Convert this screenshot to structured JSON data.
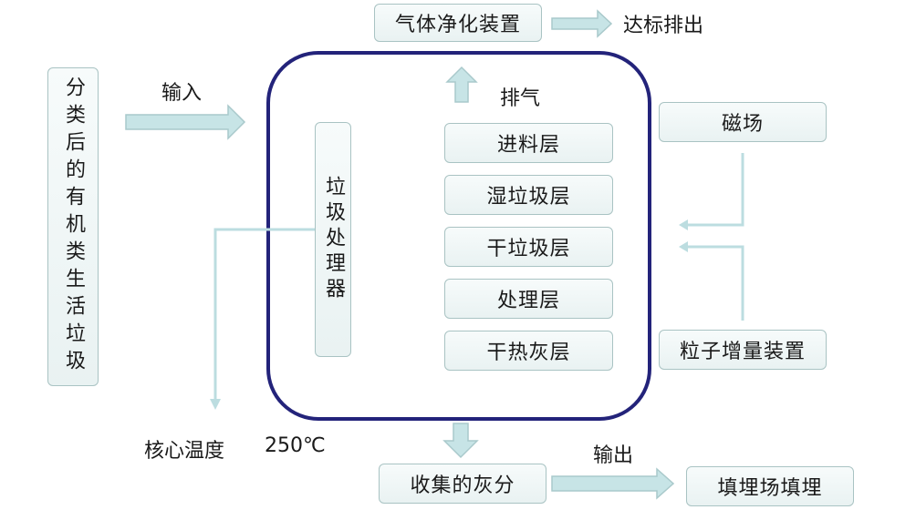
{
  "gas_purifier": "气体净化装置",
  "discharge_standard": "达标排出",
  "input_waste": "分类后的有机类生活垃圾",
  "input_label": "输入",
  "processor": "垃圾处理器",
  "exhaust_label": "排气",
  "layers": [
    "进料层",
    "湿垃圾层",
    "干垃圾层",
    "处理层",
    "干热灰层"
  ],
  "magnetic_field": "磁场",
  "particle_device": "粒子增量装置",
  "core_temp_label": "核心温度",
  "core_temp_value": "250℃",
  "ash_collection": "收集的灰分",
  "output_label": "输出",
  "landfill": "填埋场填埋",
  "colors": {
    "frame": "#23237a",
    "arrow_fill": "#c7e4e6",
    "arrow_stroke": "#a9c9cb",
    "line": "#bcdde0"
  }
}
